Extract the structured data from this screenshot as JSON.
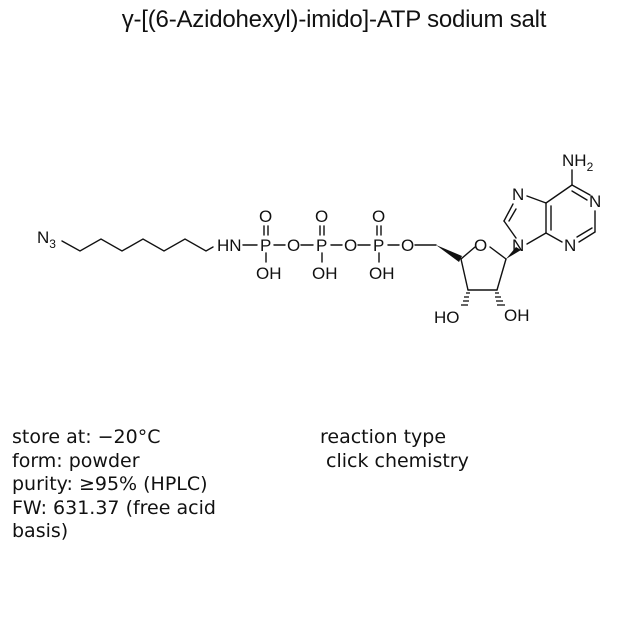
{
  "title": "γ-[(6-Azidohexyl)-imido]-ATP sodium salt",
  "structure": {
    "labels": {
      "azide": "N",
      "azide_sub": "3",
      "imido": "HN",
      "phosphorus": "P",
      "oxo": "O",
      "hydroxyl": "OH",
      "bridge_oxygen": "O",
      "ring_oxygen": "O",
      "ho_left": "HO",
      "oh_right": "OH",
      "amine": "NH",
      "amine_sub": "2",
      "ring_nitrogen": "N"
    }
  },
  "properties": {
    "storage": "store at: −20°C",
    "form": "form: powder",
    "purity": "purity: ≥95% (HPLC)",
    "fw_line1": "FW: 631.37 (free acid",
    "fw_line2": "basis)"
  },
  "reaction": {
    "label": "reaction type",
    "value": "click chemistry"
  }
}
